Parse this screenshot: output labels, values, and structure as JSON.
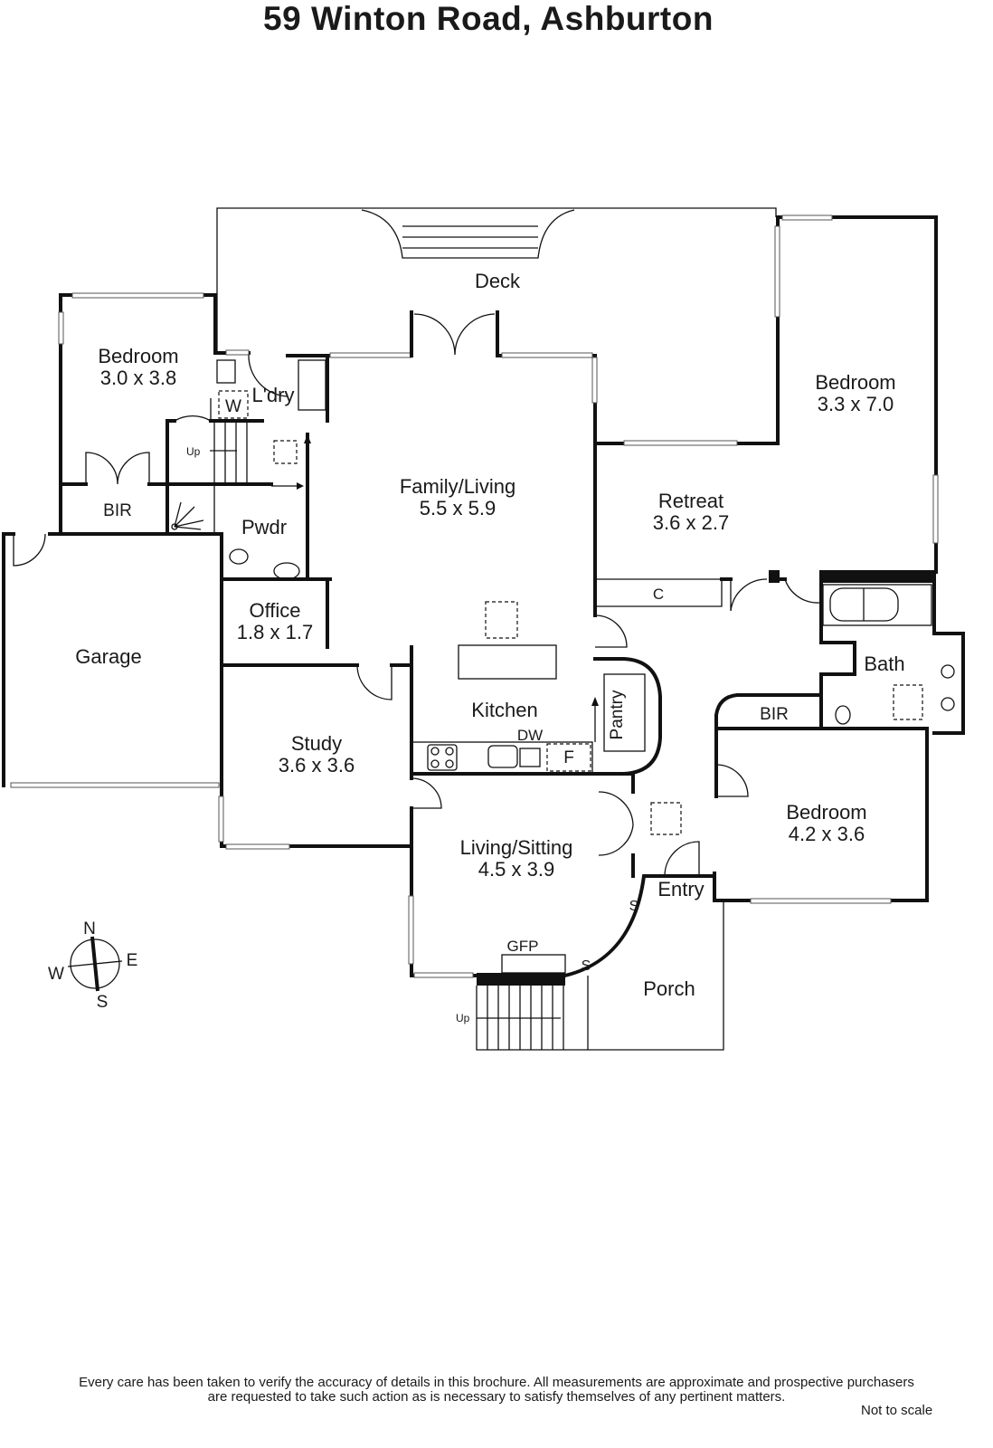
{
  "title": "59 Winton Road, Ashburton",
  "rooms": {
    "deck": {
      "name": "Deck"
    },
    "bedroom1": {
      "name": "Bedroom",
      "dims": "3.0 x 3.8"
    },
    "bedroom2": {
      "name": "Bedroom",
      "dims": "3.3 x 7.0"
    },
    "bedroom3": {
      "name": "Bedroom",
      "dims": "4.2 x 3.6"
    },
    "family": {
      "name": "Family/Living",
      "dims": "5.5 x 5.9"
    },
    "retreat": {
      "name": "Retreat",
      "dims": "3.6 x 2.7"
    },
    "office": {
      "name": "Office",
      "dims": "1.8 x 1.7"
    },
    "study": {
      "name": "Study",
      "dims": "3.6 x 3.6"
    },
    "living": {
      "name": "Living/Sitting",
      "dims": "4.5 x 3.9"
    },
    "garage": {
      "name": "Garage"
    },
    "laundry": {
      "name": "L'dry"
    },
    "powder": {
      "name": "Pwdr"
    },
    "kitchen": {
      "name": "Kitchen"
    },
    "pantry": {
      "name": "Pantry"
    },
    "bath": {
      "name": "Bath"
    },
    "entry": {
      "name": "Entry"
    },
    "porch": {
      "name": "Porch"
    },
    "bir1": {
      "name": "BIR"
    },
    "bir2": {
      "name": "BIR"
    }
  },
  "fixtures": {
    "washer": "W",
    "dishwasher": "DW",
    "fridge": "F",
    "cupboard": "C",
    "fireplace": "GFP",
    "step1": "S",
    "step2": "S",
    "up1": "Up",
    "up2": "Up"
  },
  "compass": {
    "n": "N",
    "e": "E",
    "s": "S",
    "w": "W"
  },
  "footer": {
    "line1": "Every care has been taken to verify the accuracy of details in this brochure.  All measurements are approximate and prospective purchasers",
    "line2": "are requested to take such action as is necessary to satisfy themselves of any pertinent matters.",
    "not_to_scale": "Not to scale"
  }
}
